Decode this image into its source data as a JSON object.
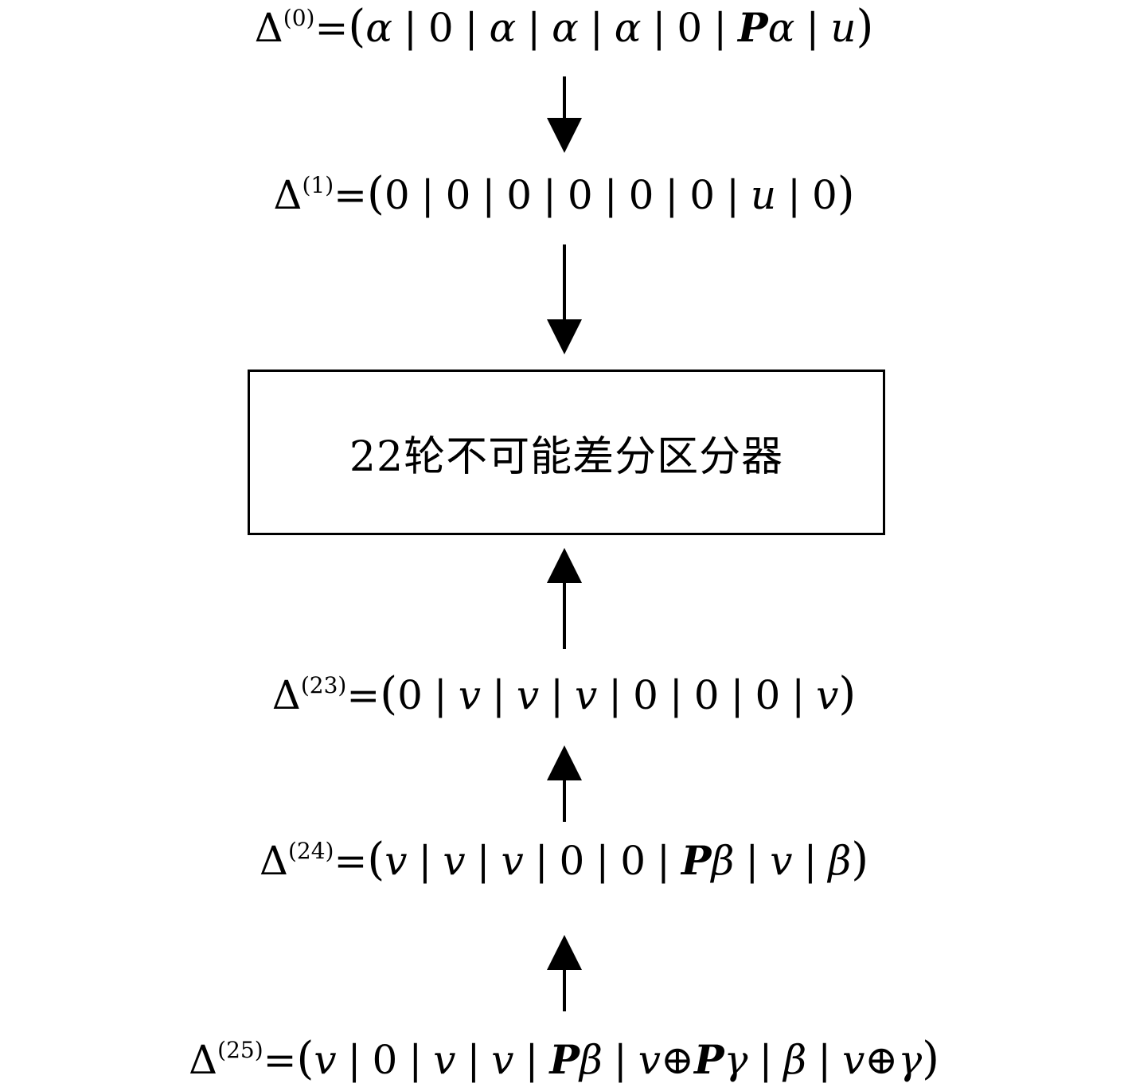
{
  "equations": [
    {
      "id": "eq0",
      "symbol": "Δ",
      "superscript": "(0)",
      "equals": "=",
      "open": "(",
      "close": ")",
      "cells": [
        "α",
        "0",
        "α",
        "α",
        "α",
        "0",
        "Pα",
        "u"
      ]
    },
    {
      "id": "eq1",
      "symbol": "Δ",
      "superscript": "(1)",
      "equals": "=",
      "open": "(",
      "close": ")",
      "cells": [
        "0",
        "0",
        "0",
        "0",
        "0",
        "0",
        "u",
        "0"
      ]
    },
    {
      "id": "eq23",
      "symbol": "Δ",
      "superscript": "(23)",
      "equals": "=",
      "open": "(",
      "close": ")",
      "cells": [
        "0",
        "v",
        "v",
        "v",
        "0",
        "0",
        "0",
        "v"
      ]
    },
    {
      "id": "eq24",
      "symbol": "Δ",
      "superscript": "(24)",
      "equals": "=",
      "open": "(",
      "close": ")",
      "cells": [
        "v",
        "v",
        "v",
        "0",
        "0",
        "Pβ",
        "v",
        "β"
      ]
    },
    {
      "id": "eq25",
      "symbol": "Δ",
      "superscript": "(25)",
      "equals": "=",
      "open": "(",
      "close": ")",
      "cells": [
        "v",
        "0",
        "v",
        "v",
        "Pβ",
        "v⊕Pγ",
        "β",
        "v⊕γ"
      ]
    }
  ],
  "separator": "|",
  "box": {
    "label": "22轮不可能差分区分器"
  },
  "arrows": [
    {
      "name": "arrow-eq0-to-eq1",
      "direction": "down"
    },
    {
      "name": "arrow-eq1-to-box",
      "direction": "down"
    },
    {
      "name": "arrow-eq23-to-box",
      "direction": "up"
    },
    {
      "name": "arrow-eq24-to-eq23",
      "direction": "up"
    },
    {
      "name": "arrow-eq25-to-eq24",
      "direction": "up"
    }
  ]
}
